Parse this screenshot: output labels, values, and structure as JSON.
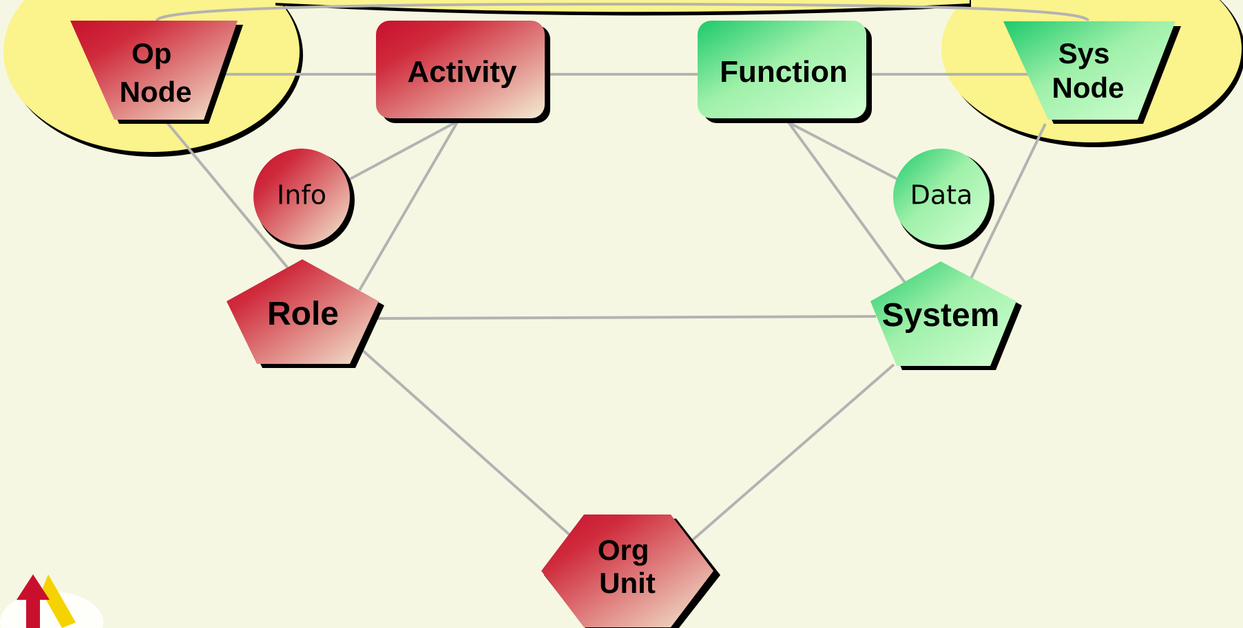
{
  "diagram": {
    "colors": {
      "background": "#f6f7e2",
      "operational_dark": "#c8102e",
      "operational_light": "#f3ecd3",
      "system_dark": "#1dc96b",
      "system_light": "#d5ffd5",
      "group_fill": "#fbf38c",
      "connector": "#b3b3b3"
    },
    "nodes": {
      "op_node": {
        "line1": "Op",
        "line2": "Node",
        "shape": "inverted-trapezoid",
        "side": "operational"
      },
      "activity": {
        "label": "Activity",
        "shape": "rounded-rectangle",
        "side": "operational"
      },
      "info": {
        "label": "Info",
        "shape": "circle",
        "side": "operational"
      },
      "role": {
        "label": "Role",
        "shape": "pentagon",
        "side": "operational"
      },
      "org_unit": {
        "line1": "Org",
        "line2": "Unit",
        "shape": "hexagon",
        "side": "operational"
      },
      "function": {
        "label": "Function",
        "shape": "rounded-rectangle",
        "side": "system"
      },
      "data": {
        "label": "Data",
        "shape": "circle",
        "side": "system"
      },
      "system": {
        "label": "System",
        "shape": "pentagon",
        "side": "system"
      },
      "sys_node": {
        "line1": "Sys",
        "line2": "Node",
        "shape": "inverted-trapezoid",
        "side": "system"
      }
    },
    "edges": [
      {
        "from": "op_node",
        "to": "activity"
      },
      {
        "from": "activity",
        "to": "function"
      },
      {
        "from": "function",
        "to": "sys_node"
      },
      {
        "from": "op_node",
        "to": "sys_node"
      },
      {
        "from": "op_node",
        "to": "role"
      },
      {
        "from": "activity",
        "to": "info"
      },
      {
        "from": "activity",
        "to": "role"
      },
      {
        "from": "function",
        "to": "data"
      },
      {
        "from": "function",
        "to": "system"
      },
      {
        "from": "sys_node",
        "to": "system"
      },
      {
        "from": "role",
        "to": "system"
      },
      {
        "from": "role",
        "to": "org_unit"
      },
      {
        "from": "system",
        "to": "org_unit"
      }
    ],
    "logo": {
      "icon": "arrow-logo-icon"
    }
  }
}
